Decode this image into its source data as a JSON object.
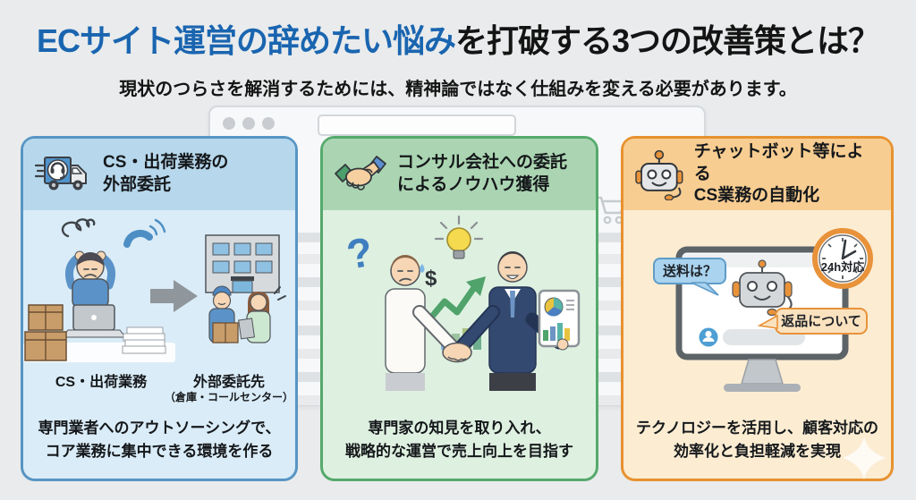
{
  "header": {
    "title_highlight": "ECサイト運営の辞めたい悩み",
    "title_rest": "を打破する3つの改善策とは？",
    "subtitle": "現状のつらさを解消するためには、精神論ではなく仕組みを変える必要があります。"
  },
  "colors": {
    "title_highlight": "#1a65b0",
    "card1_accent": "#5795c4",
    "card1_header_bg": "#b7d8ec",
    "card1_body_bg": "#daecf7",
    "card2_accent": "#55a96c",
    "card2_header_bg": "#abd5b2",
    "card2_body_bg": "#def0e0",
    "card3_accent": "#e8922f",
    "card3_header_bg": "#f8cd92",
    "card3_body_bg": "#fbecd2"
  },
  "browser_mockup": {
    "icon": "shopping-cart-icon"
  },
  "cards": [
    {
      "icon": "delivery-truck-headset-icon",
      "title_line1": "CS・出荷業務の",
      "title_line2": "外部委託",
      "label_left": "CS・出荷業務",
      "label_right": "外部委託先",
      "label_right_sub": "（倉庫・コールセンター）",
      "desc_line1": "専門業者へのアウトソーシングで、",
      "desc_line2": "コア業務に集中できる環境を作る"
    },
    {
      "icon": "handshake-icon",
      "title_line1": "コンサル会社への委託",
      "title_line2": "によるノウハウ獲得",
      "desc_line1": "専門家の知見を取り入れ、",
      "desc_line2": "戦略的な運営で売上向上を目指す"
    },
    {
      "icon": "chatbot-robot-icon",
      "title_line1": "チャットボット等による",
      "title_line2": "CS業務の自動化",
      "clock_badge": "24h対応",
      "bubble_left": "送料は？",
      "bubble_right": "返品について",
      "desc_line1": "テクノロジーを活用し、顧客対応の",
      "desc_line2": "効率化と負担軽減を実現"
    }
  ]
}
